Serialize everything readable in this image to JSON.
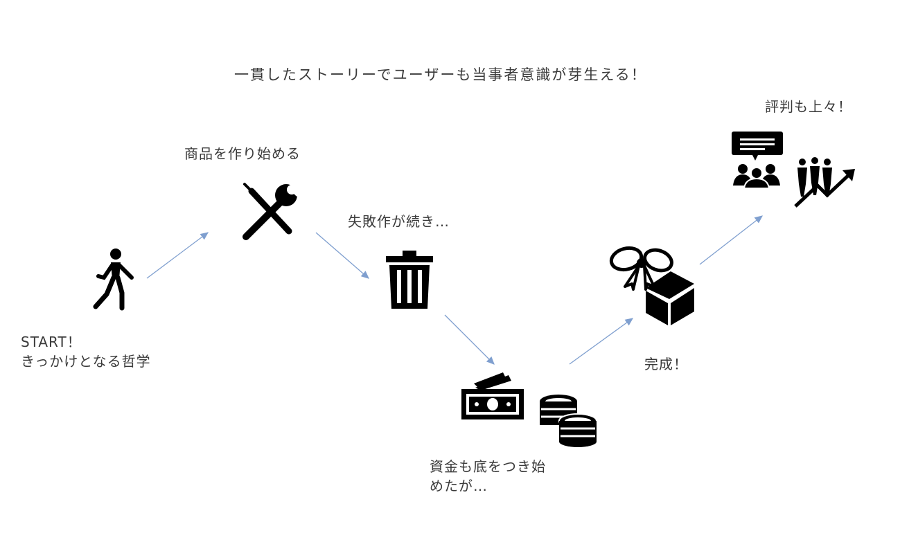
{
  "diagram": {
    "title": "一貫したストーリーでユーザーも当事者意識が芽生える！",
    "steps": [
      {
        "id": "start",
        "lines": [
          "START！",
          "きっかけとなる哲学"
        ],
        "icon": "walking-person-icon"
      },
      {
        "id": "make",
        "lines": [
          "商品を作り始める"
        ],
        "icon": "tools-icon"
      },
      {
        "id": "fail",
        "lines": [
          "失敗作が続き…"
        ],
        "icon": "trash-can-icon"
      },
      {
        "id": "funds",
        "lines": [
          "資金も底をつき始",
          "めたが…"
        ],
        "icon": "money-coins-icon"
      },
      {
        "id": "done",
        "lines": [
          "完成！"
        ],
        "icon": "gift-box-icon"
      },
      {
        "id": "review",
        "lines": [
          "評判も上々！"
        ],
        "icon": "audience-growth-icon"
      }
    ],
    "arrow_color": "#7f9fcf"
  }
}
